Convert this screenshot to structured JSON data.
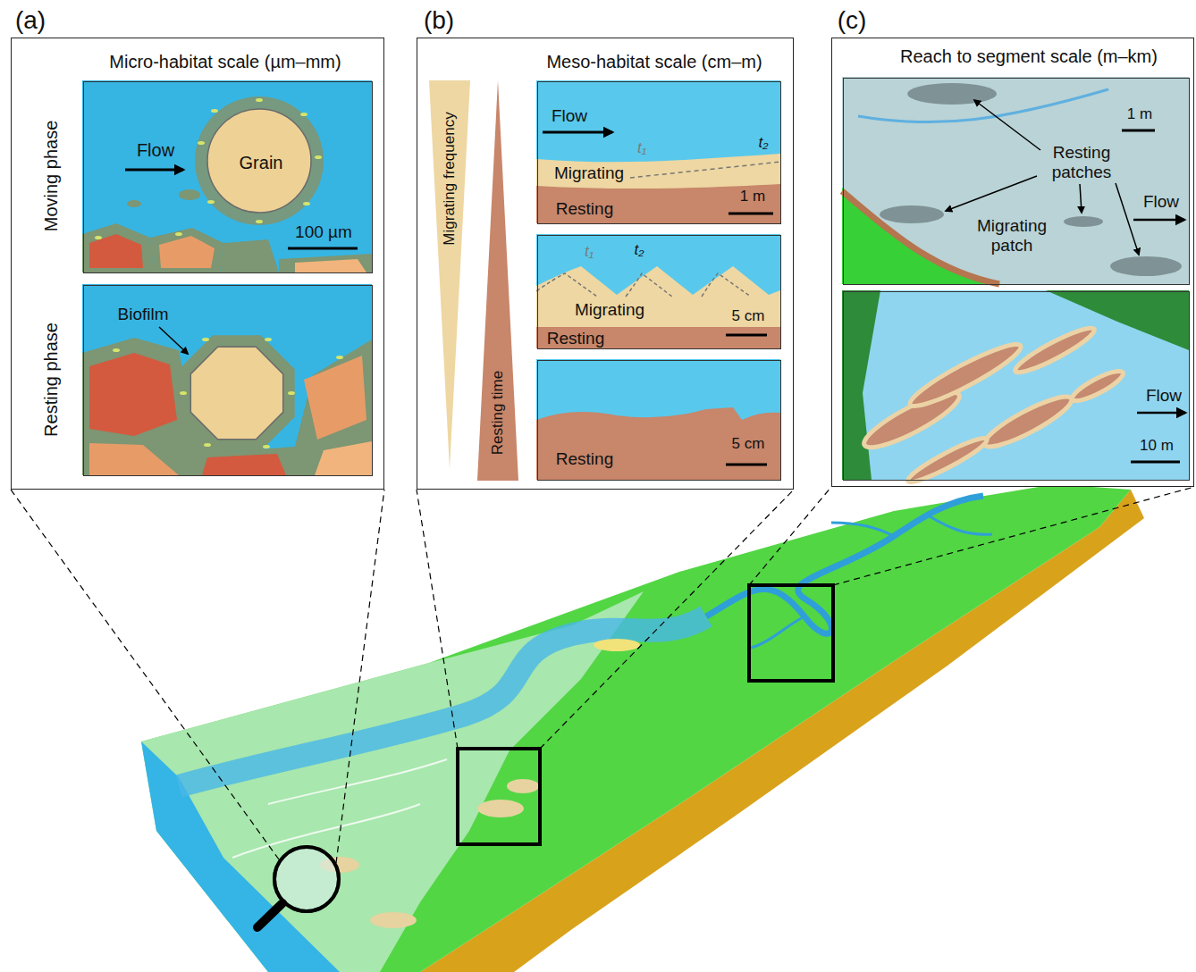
{
  "diagram": {
    "nodes": [
      {
        "text": [
          "(a)",
          "Micro-habitat scale (µm–mm)"
        ]
      },
      {
        "text": [
          "Flow",
          "Grain",
          "100 µm"
        ],
        "in": 0
      },
      {
        "text": [
          "Biofilm"
        ],
        "in": 0
      },
      {
        "text": [
          "(b)",
          "Meso-habitat scale (cm–m)"
        ]
      },
      {
        "text": [
          "Flow",
          "Migrating",
          "t₁",
          "t₂",
          "Resting",
          "1 m"
        ],
        "in": 3
      },
      {
        "text": [
          "t₁",
          "t₂",
          "Migrating",
          "Resting",
          "5 cm"
        ],
        "in": 3
      },
      {
        "text": [
          "Resting",
          "5 cm"
        ],
        "in": 3
      },
      {
        "text": [
          "(c)",
          "Reach to segment scale (m–km)"
        ]
      },
      {
        "text": [
          "1 m",
          "Resting patches",
          "Migrating patch",
          "Flow"
        ],
        "in": 7
      },
      {
        "text": [
          "Flow",
          "10 m"
        ],
        "in": 7
      }
    ],
    "labels": [
      "Moving phase",
      "Resting phase",
      "Migrating frequency",
      "Resting time"
    ]
  }
}
